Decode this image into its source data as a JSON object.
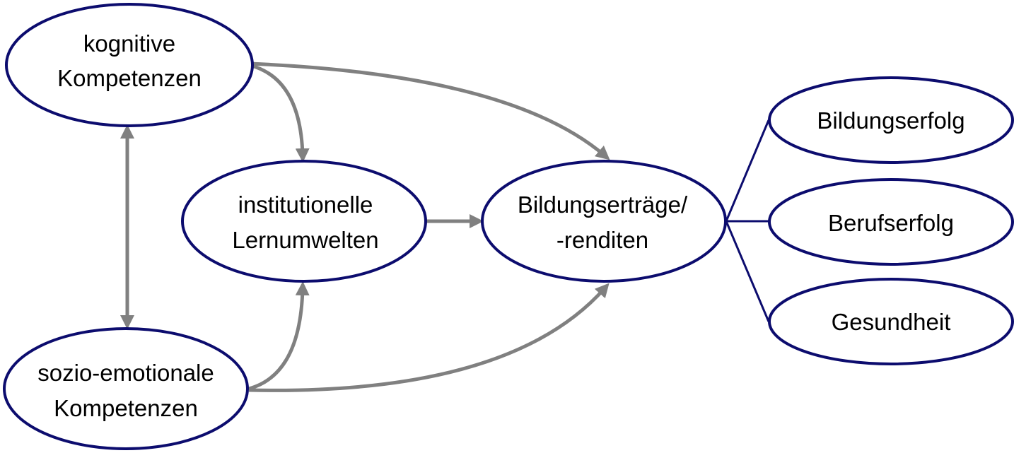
{
  "nodes": {
    "kognitive": {
      "line1": "kognitive",
      "line2": "Kompetenzen"
    },
    "sozio": {
      "line1": "sozio-emotionale",
      "line2": "Kompetenzen"
    },
    "institutionelle": {
      "line1": "institutionelle",
      "line2": "Lernumwelten"
    },
    "ertraege": {
      "line1": "Bildungserträge/",
      "line2": "-renditen"
    },
    "bildungserfolg": {
      "label": "Bildungserfolg"
    },
    "berufserfolg": {
      "label": "Berufserfolg"
    },
    "gesundheit": {
      "label": "Gesundheit"
    }
  },
  "colors": {
    "node_stroke": "#0c0c6e",
    "arrow": "#808080"
  }
}
